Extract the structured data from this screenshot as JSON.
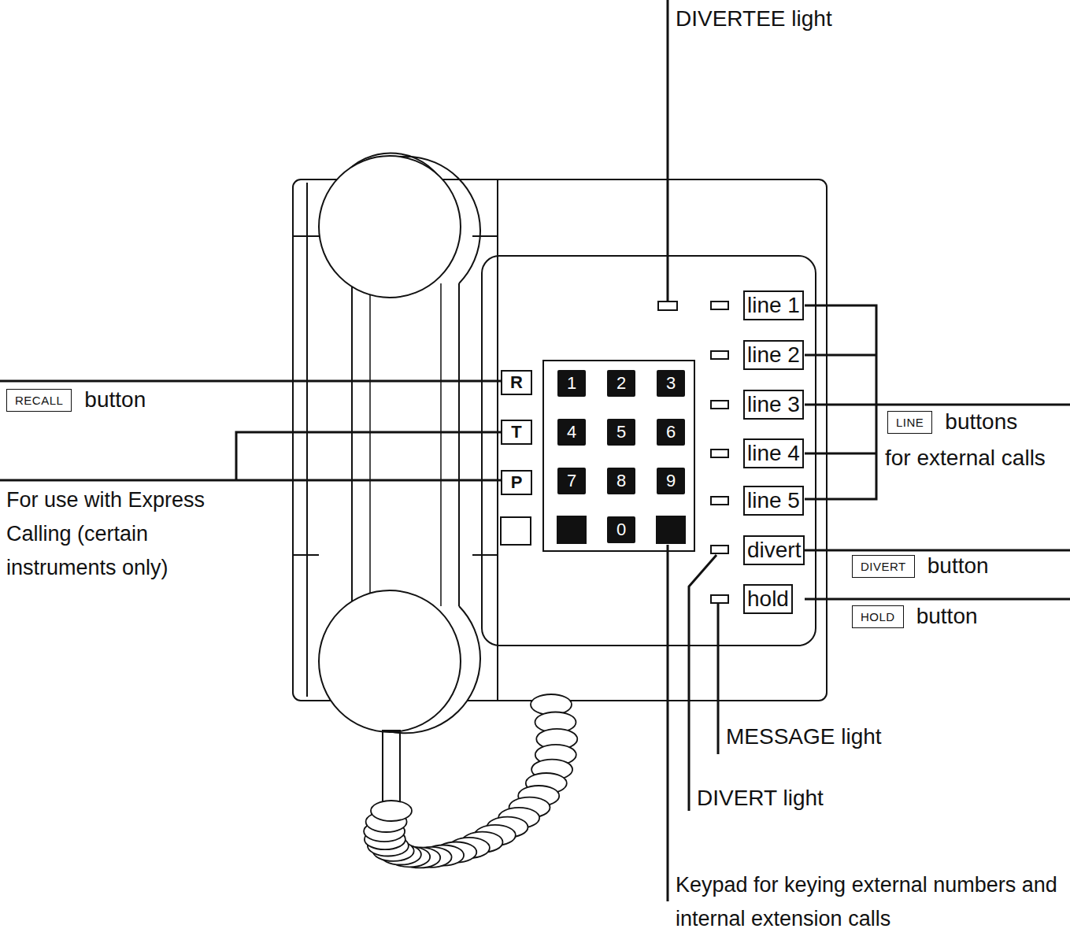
{
  "diagram": {
    "nodes": [
      {
        "text": [
          "line 1"
        ]
      },
      {
        "text": [
          "line 2"
        ]
      },
      {
        "text": [
          "line 3"
        ]
      },
      {
        "text": [
          "line 4"
        ]
      },
      {
        "text": [
          "line 5"
        ]
      },
      {
        "text": [
          "divert"
        ]
      },
      {
        "text": [
          "hold"
        ]
      },
      {
        "text": [
          "R"
        ]
      },
      {
        "text": [
          "T"
        ]
      },
      {
        "text": [
          "P"
        ]
      },
      {
        "text": [
          "1"
        ]
      },
      {
        "text": [
          "2"
        ]
      },
      {
        "text": [
          "3"
        ]
      },
      {
        "text": [
          "4"
        ]
      },
      {
        "text": [
          "5"
        ]
      },
      {
        "text": [
          "6"
        ]
      },
      {
        "text": [
          "7"
        ]
      },
      {
        "text": [
          "8"
        ]
      },
      {
        "text": [
          "9"
        ]
      },
      {
        "text": [
          "0"
        ]
      },
      {
        "text": [
          "RECALL",
          "button"
        ]
      },
      {
        "text": [
          "LINE",
          "buttons"
        ]
      },
      {
        "text": [
          "DIVERT",
          "button"
        ]
      },
      {
        "text": [
          "HOLD",
          "button"
        ]
      }
    ],
    "labels": [
      "DIVERTEE light",
      "For use with Express Calling (certain instruments only)",
      "for external calls",
      "MESSAGE light",
      "DIVERT light",
      "Keypad for keying external numbers and internal extension calls"
    ]
  }
}
